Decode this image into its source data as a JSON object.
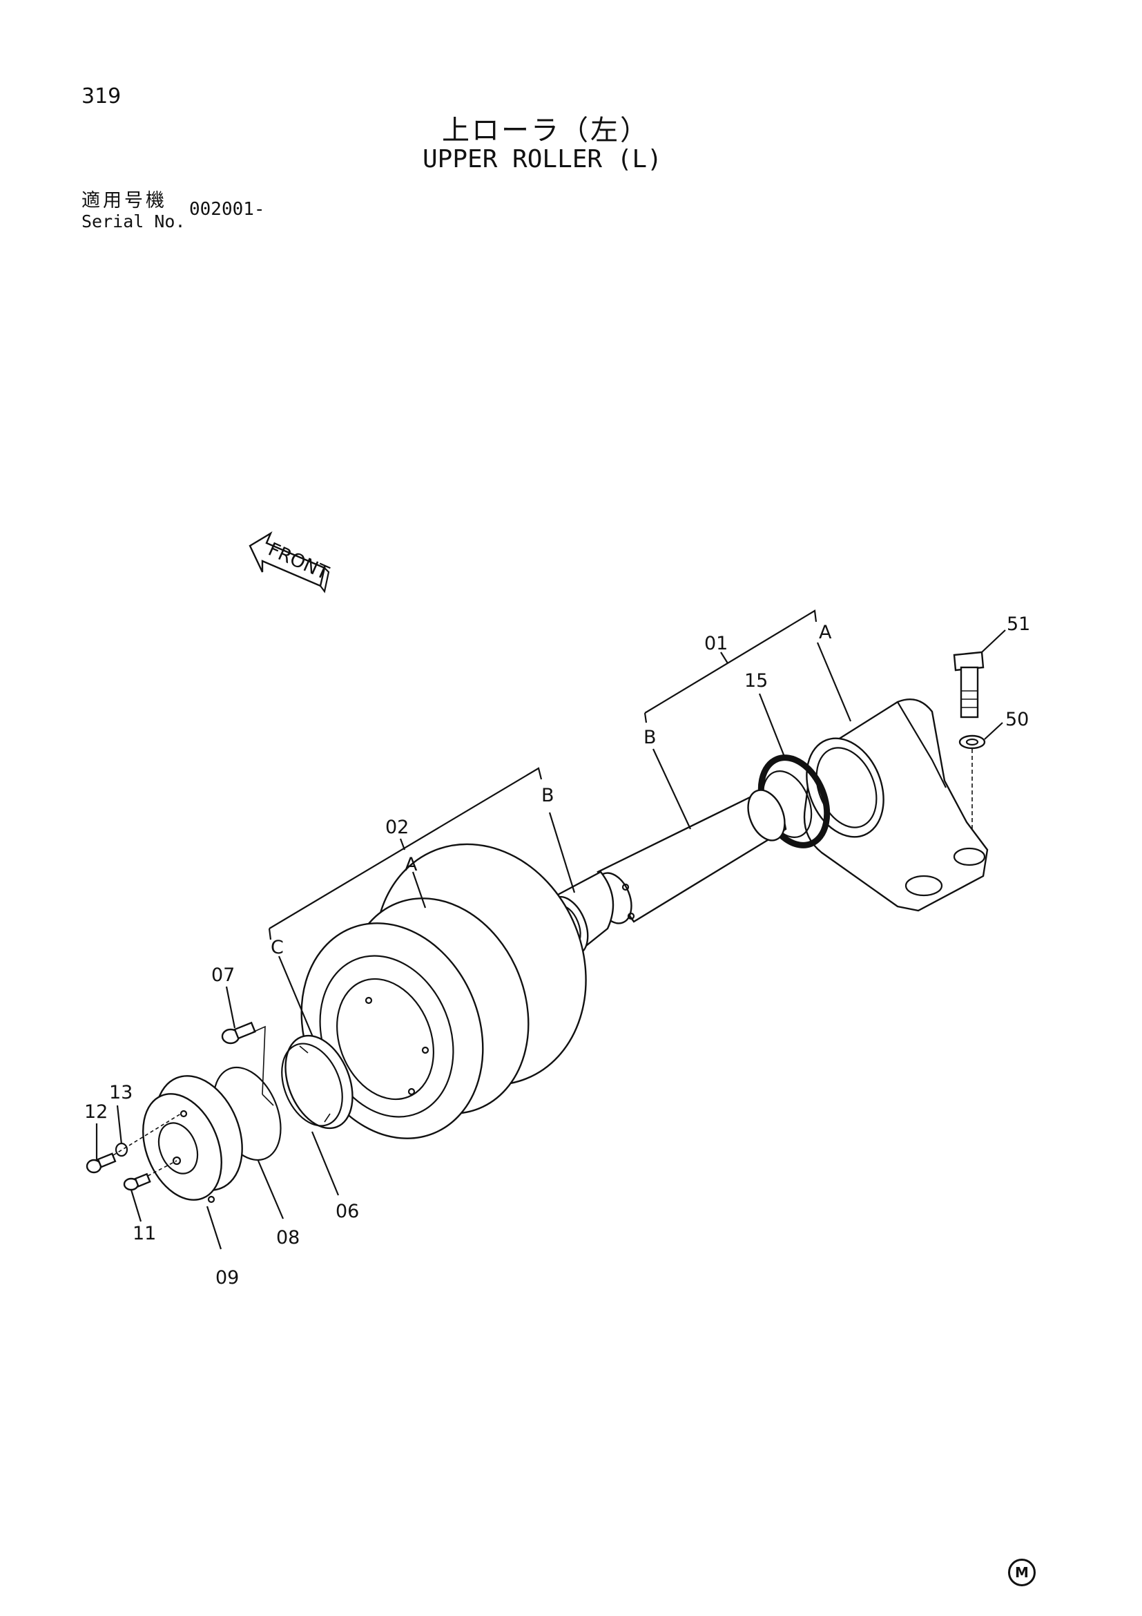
{
  "header": {
    "page_number": "319",
    "title_jp": "上ローラ（左）",
    "title_en": "UPPER ROLLER (L)",
    "serial_label_jp": "適用号機",
    "serial_label_en": "Serial No.",
    "serial_value": "002001-"
  },
  "direction_arrow": {
    "label": "FRONT"
  },
  "callouts": {
    "p51": "51",
    "p50": "50",
    "p15": "15",
    "p01": "01",
    "p02": "02",
    "p06": "06",
    "p07": "07",
    "p08": "08",
    "p09": "09",
    "p11": "11",
    "p12": "12",
    "p13": "13",
    "a1": "A",
    "b1": "B",
    "a2": "A",
    "b2": "B",
    "c2": "C"
  },
  "footer": {
    "maker_mark": "M"
  }
}
